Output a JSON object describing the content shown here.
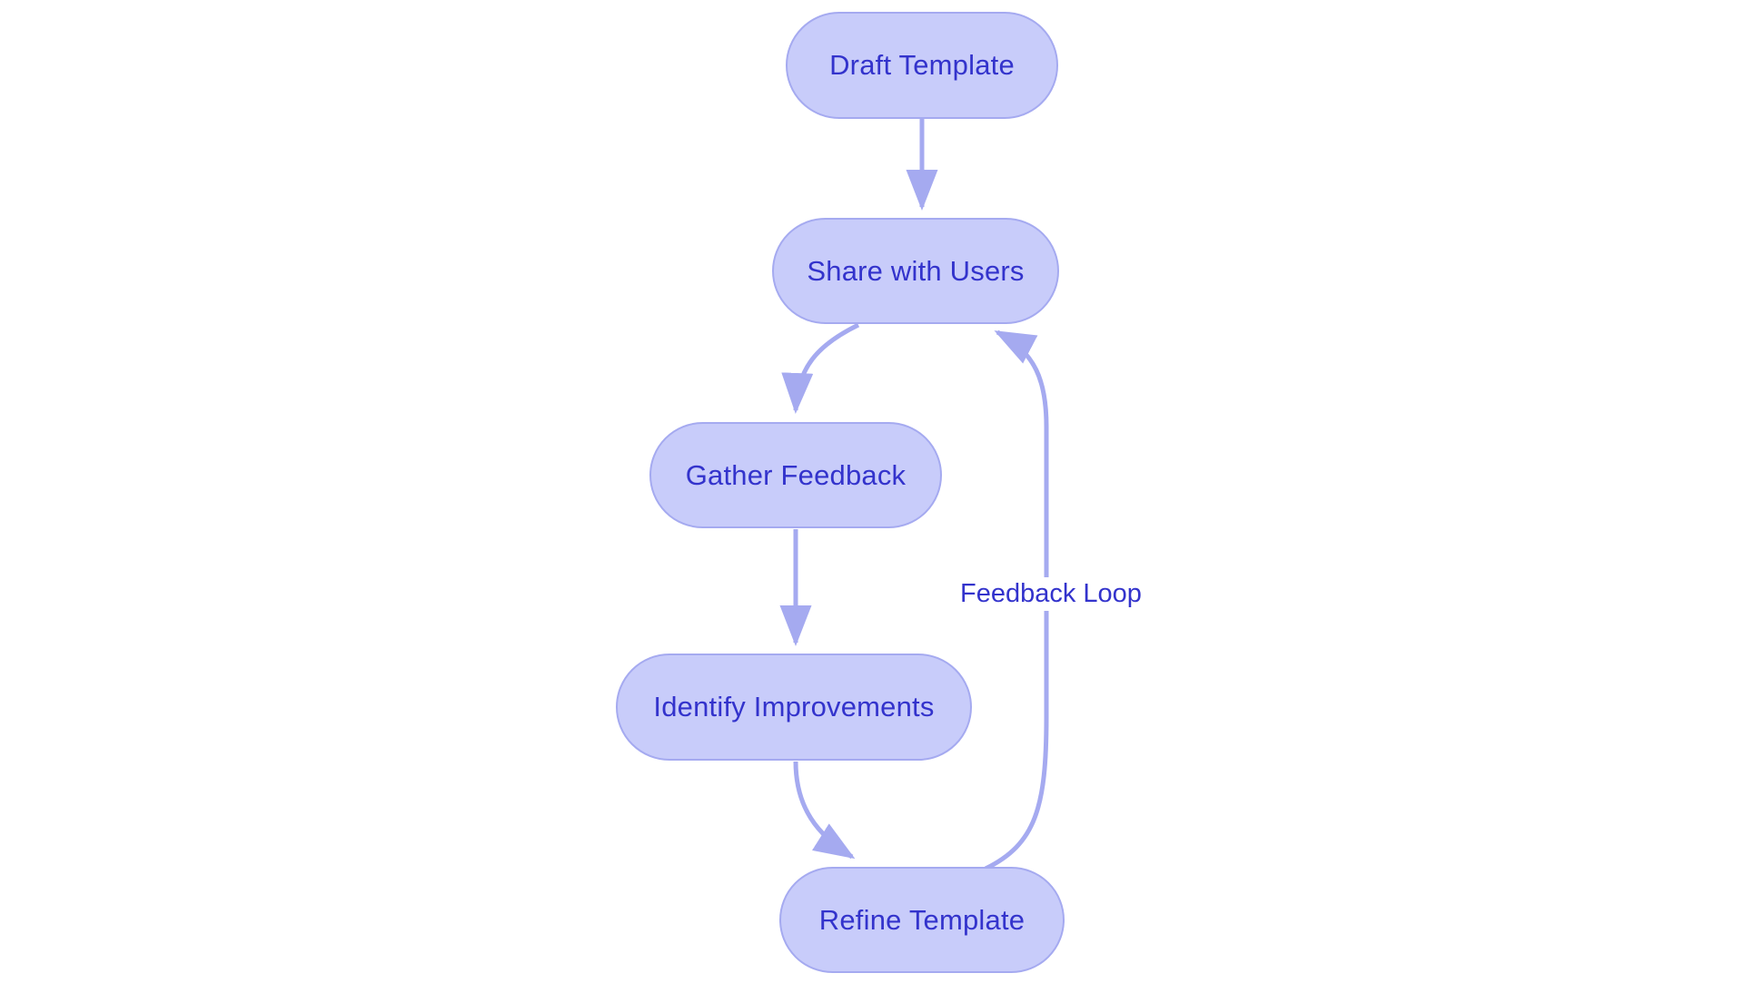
{
  "diagram": {
    "type": "flowchart",
    "orientation": "top-to-bottom",
    "background_color": "#ffffff",
    "node_fill_color": "#c8ccfa",
    "node_border_color": "#a5aaf0",
    "node_text_color": "#3333cc",
    "edge_color": "#a5aaf0",
    "edge_label_text_color": "#3333cc",
    "nodes": [
      {
        "id": "draft-template",
        "label": "Draft Template"
      },
      {
        "id": "share-with-users",
        "label": "Share with Users"
      },
      {
        "id": "gather-feedback",
        "label": "Gather Feedback"
      },
      {
        "id": "identify-improvements",
        "label": "Identify Improvements"
      },
      {
        "id": "refine-template",
        "label": "Refine Template"
      }
    ],
    "edges": [
      {
        "id": "e1",
        "from": "draft-template",
        "to": "share-with-users",
        "label": "",
        "style": "straight"
      },
      {
        "id": "e2",
        "from": "share-with-users",
        "to": "gather-feedback",
        "label": "",
        "style": "curved"
      },
      {
        "id": "e3",
        "from": "gather-feedback",
        "to": "identify-improvements",
        "label": "",
        "style": "straight"
      },
      {
        "id": "e4",
        "from": "identify-improvements",
        "to": "refine-template",
        "label": "",
        "style": "curved"
      },
      {
        "id": "e5",
        "from": "refine-template",
        "to": "share-with-users",
        "label": "Feedback Loop",
        "style": "curved-return"
      }
    ]
  }
}
